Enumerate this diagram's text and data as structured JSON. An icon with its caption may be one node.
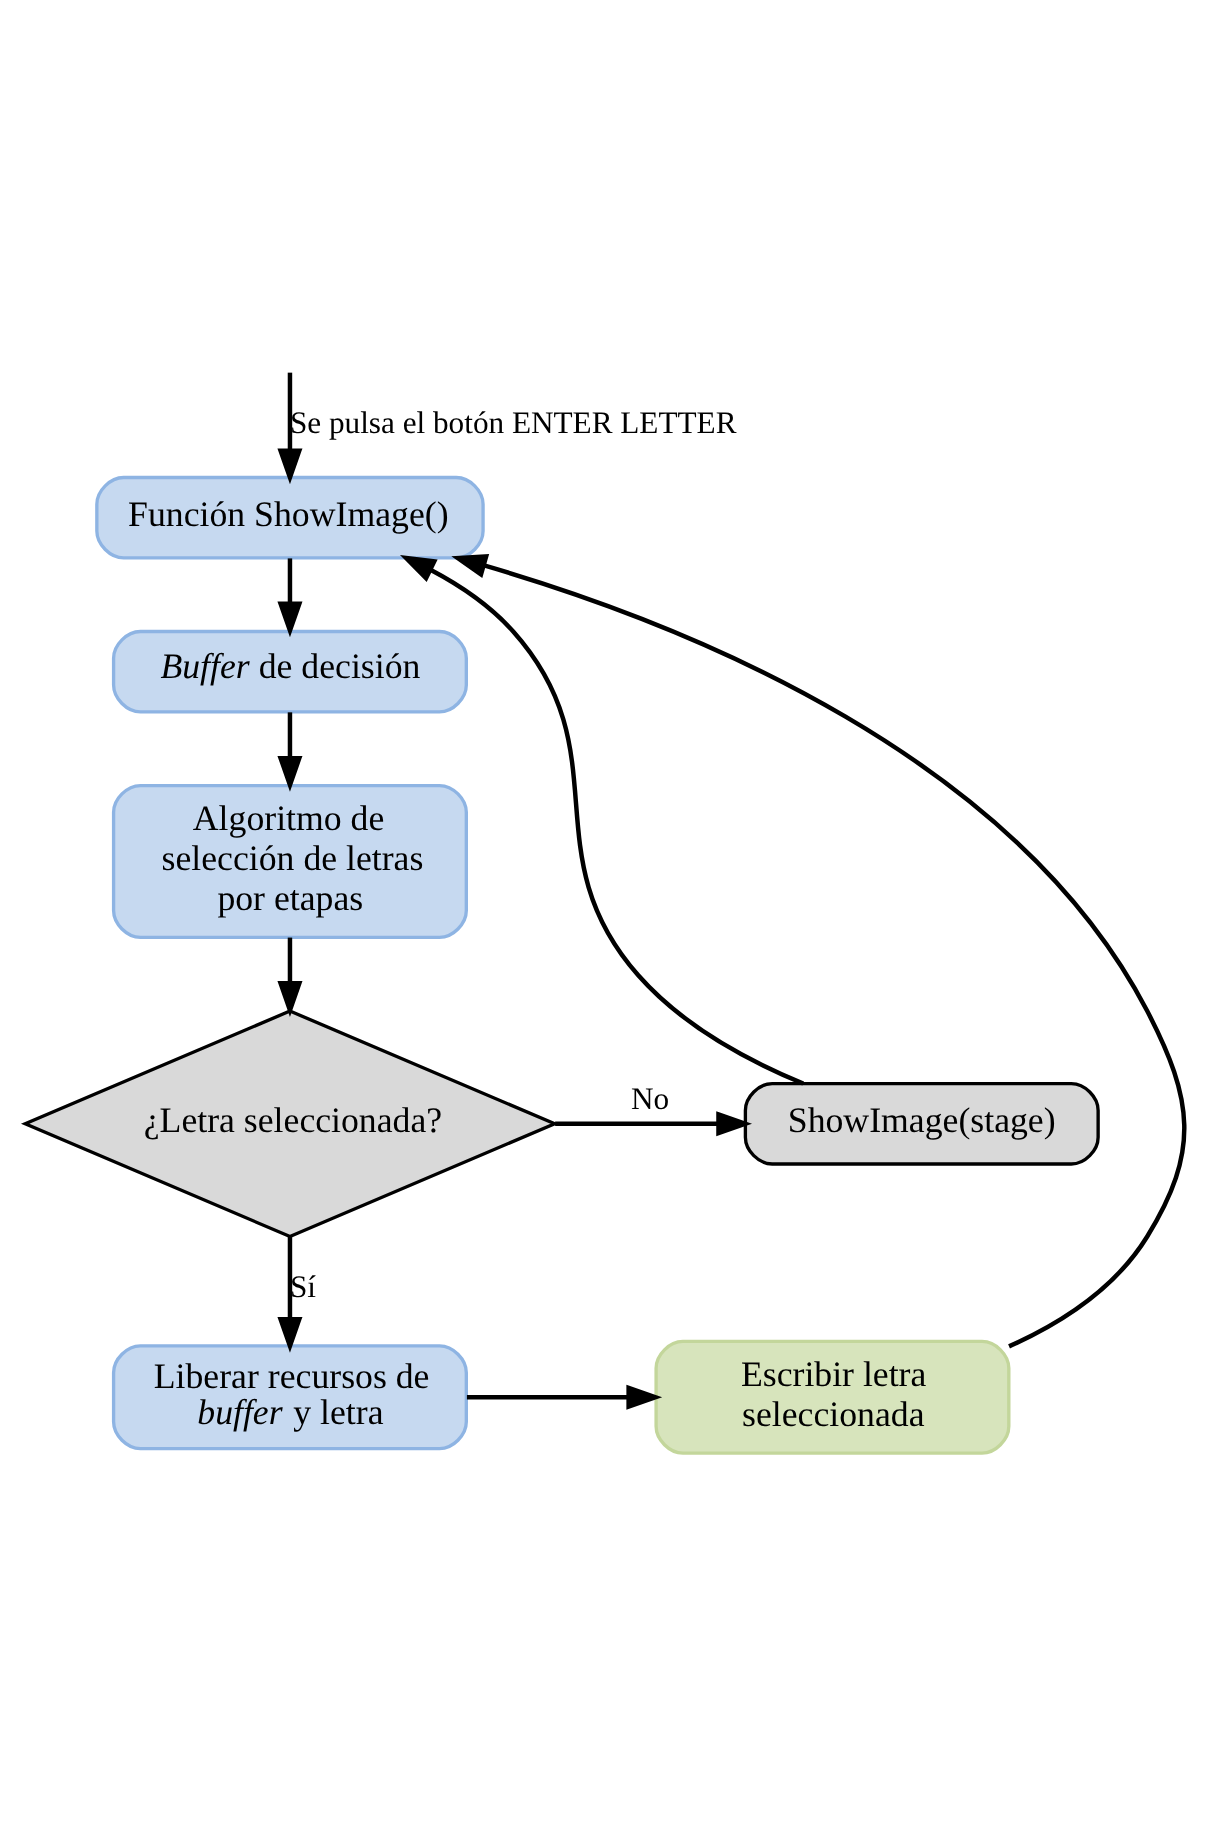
{
  "diagram": {
    "nodes": [
      {
        "text": [
          "Función ShowImage()"
        ]
      },
      {
        "text": [
          "*Buffer* de decisión"
        ]
      },
      {
        "text": [
          "Algoritmo de selección de letras por etapas"
        ]
      },
      {
        "text": [
          "¿Letra seleccionada?"
        ]
      },
      {
        "text": [
          "ShowImage(stage)"
        ]
      },
      {
        "text": [
          "Liberar recursos de *buffer* y letra"
        ]
      },
      {
        "text": [
          "Escribir letra seleccionada"
        ]
      }
    ],
    "edges": [
      {
        "from": null,
        "to": 0,
        "arrow": "to",
        "label": "Se pulsa el botón ENTER LETTER"
      },
      {
        "from": 0,
        "to": 1,
        "arrow": "to"
      },
      {
        "from": 1,
        "to": 2,
        "arrow": "to"
      },
      {
        "from": 2,
        "to": 3,
        "arrow": "to"
      },
      {
        "from": 3,
        "to": 4,
        "arrow": "to",
        "label": "No"
      },
      {
        "from": 4,
        "to": 0,
        "arrow": "to"
      },
      {
        "from": 3,
        "to": 5,
        "arrow": "to",
        "label": "Sí"
      },
      {
        "from": 5,
        "to": 6,
        "arrow": "to"
      },
      {
        "from": 6,
        "to": 0,
        "arrow": "to"
      }
    ]
  }
}
